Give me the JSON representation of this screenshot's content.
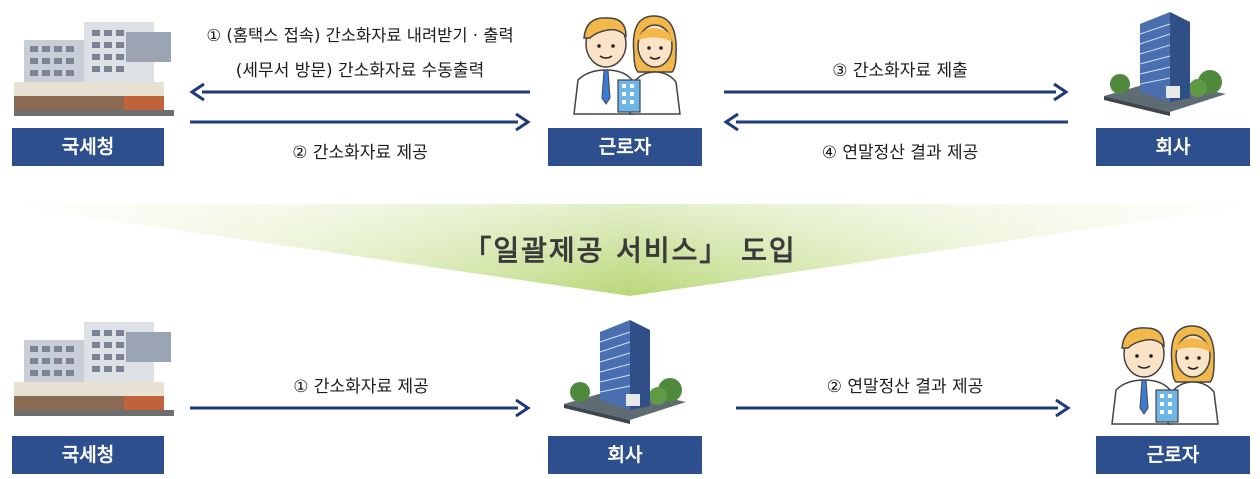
{
  "top": {
    "nts_label": "국세청",
    "worker_label": "근로자",
    "company_label": "회사",
    "flow1_line1": "① (홈택스 접속) 간소화자료 내려받기 · 출력",
    "flow1_line2": "(세무서 방문) 간소화자료 수동출력",
    "flow2": "② 간소화자료 제공",
    "flow3": "③ 간소화자료 제출",
    "flow4": "④ 연말정산 결과 제공"
  },
  "banner": {
    "text": "「일괄제공 서비스」 도입"
  },
  "bottom": {
    "nts_label": "국세청",
    "company_label": "회사",
    "worker_label": "근로자",
    "flow1": "① 간소화자료 제공",
    "flow2": "② 연말정산 결과 제공"
  },
  "colors": {
    "label_bg": "#2d4f8e",
    "arrow": "#1f3a78",
    "banner_green": "#8fb83a"
  },
  "icons": {
    "nts": "government-building-icon",
    "worker": "workers-people-icon",
    "company": "office-tower-icon"
  }
}
